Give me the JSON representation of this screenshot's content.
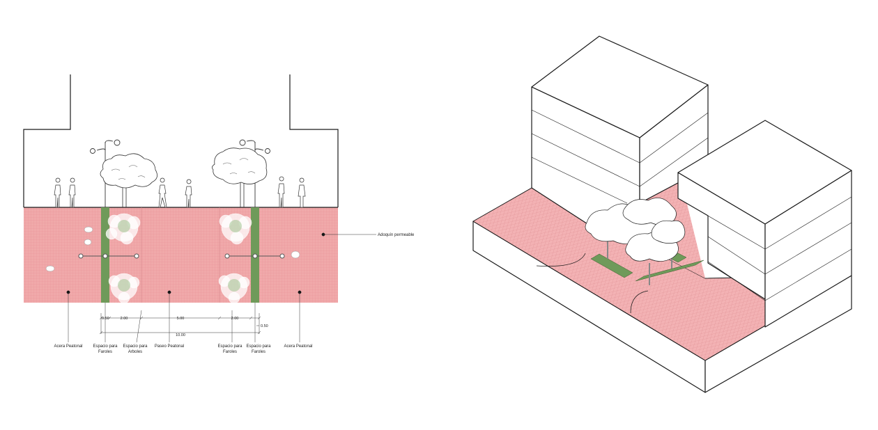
{
  "plan": {
    "labels": {
      "adoquin": "Adoquín permeable",
      "acera_left": "Acera Peatonal",
      "faroles_1_l1": "Espacio para",
      "faroles_1_l2": "Faroles",
      "arboles_l1": "Espacio para",
      "arboles_l2": "Arboles",
      "paseo": "Paseo Peatonal",
      "faroles_2_l1": "Espacio para",
      "faroles_2_l2": "Faroles",
      "faroles_3_l1": "Espacio para",
      "faroles_3_l2": "Faroles",
      "acera_right": "Acera Peatonal"
    },
    "dimensions": {
      "d1": "0.50",
      "d2": "2.00",
      "d3": "5.00",
      "d4": "2.00",
      "d5": "0.50",
      "total": "10.00"
    }
  },
  "colors": {
    "paving": "#f0a9aa",
    "green_strip": "#6f9a5a",
    "outline": "#1a1a1a"
  }
}
